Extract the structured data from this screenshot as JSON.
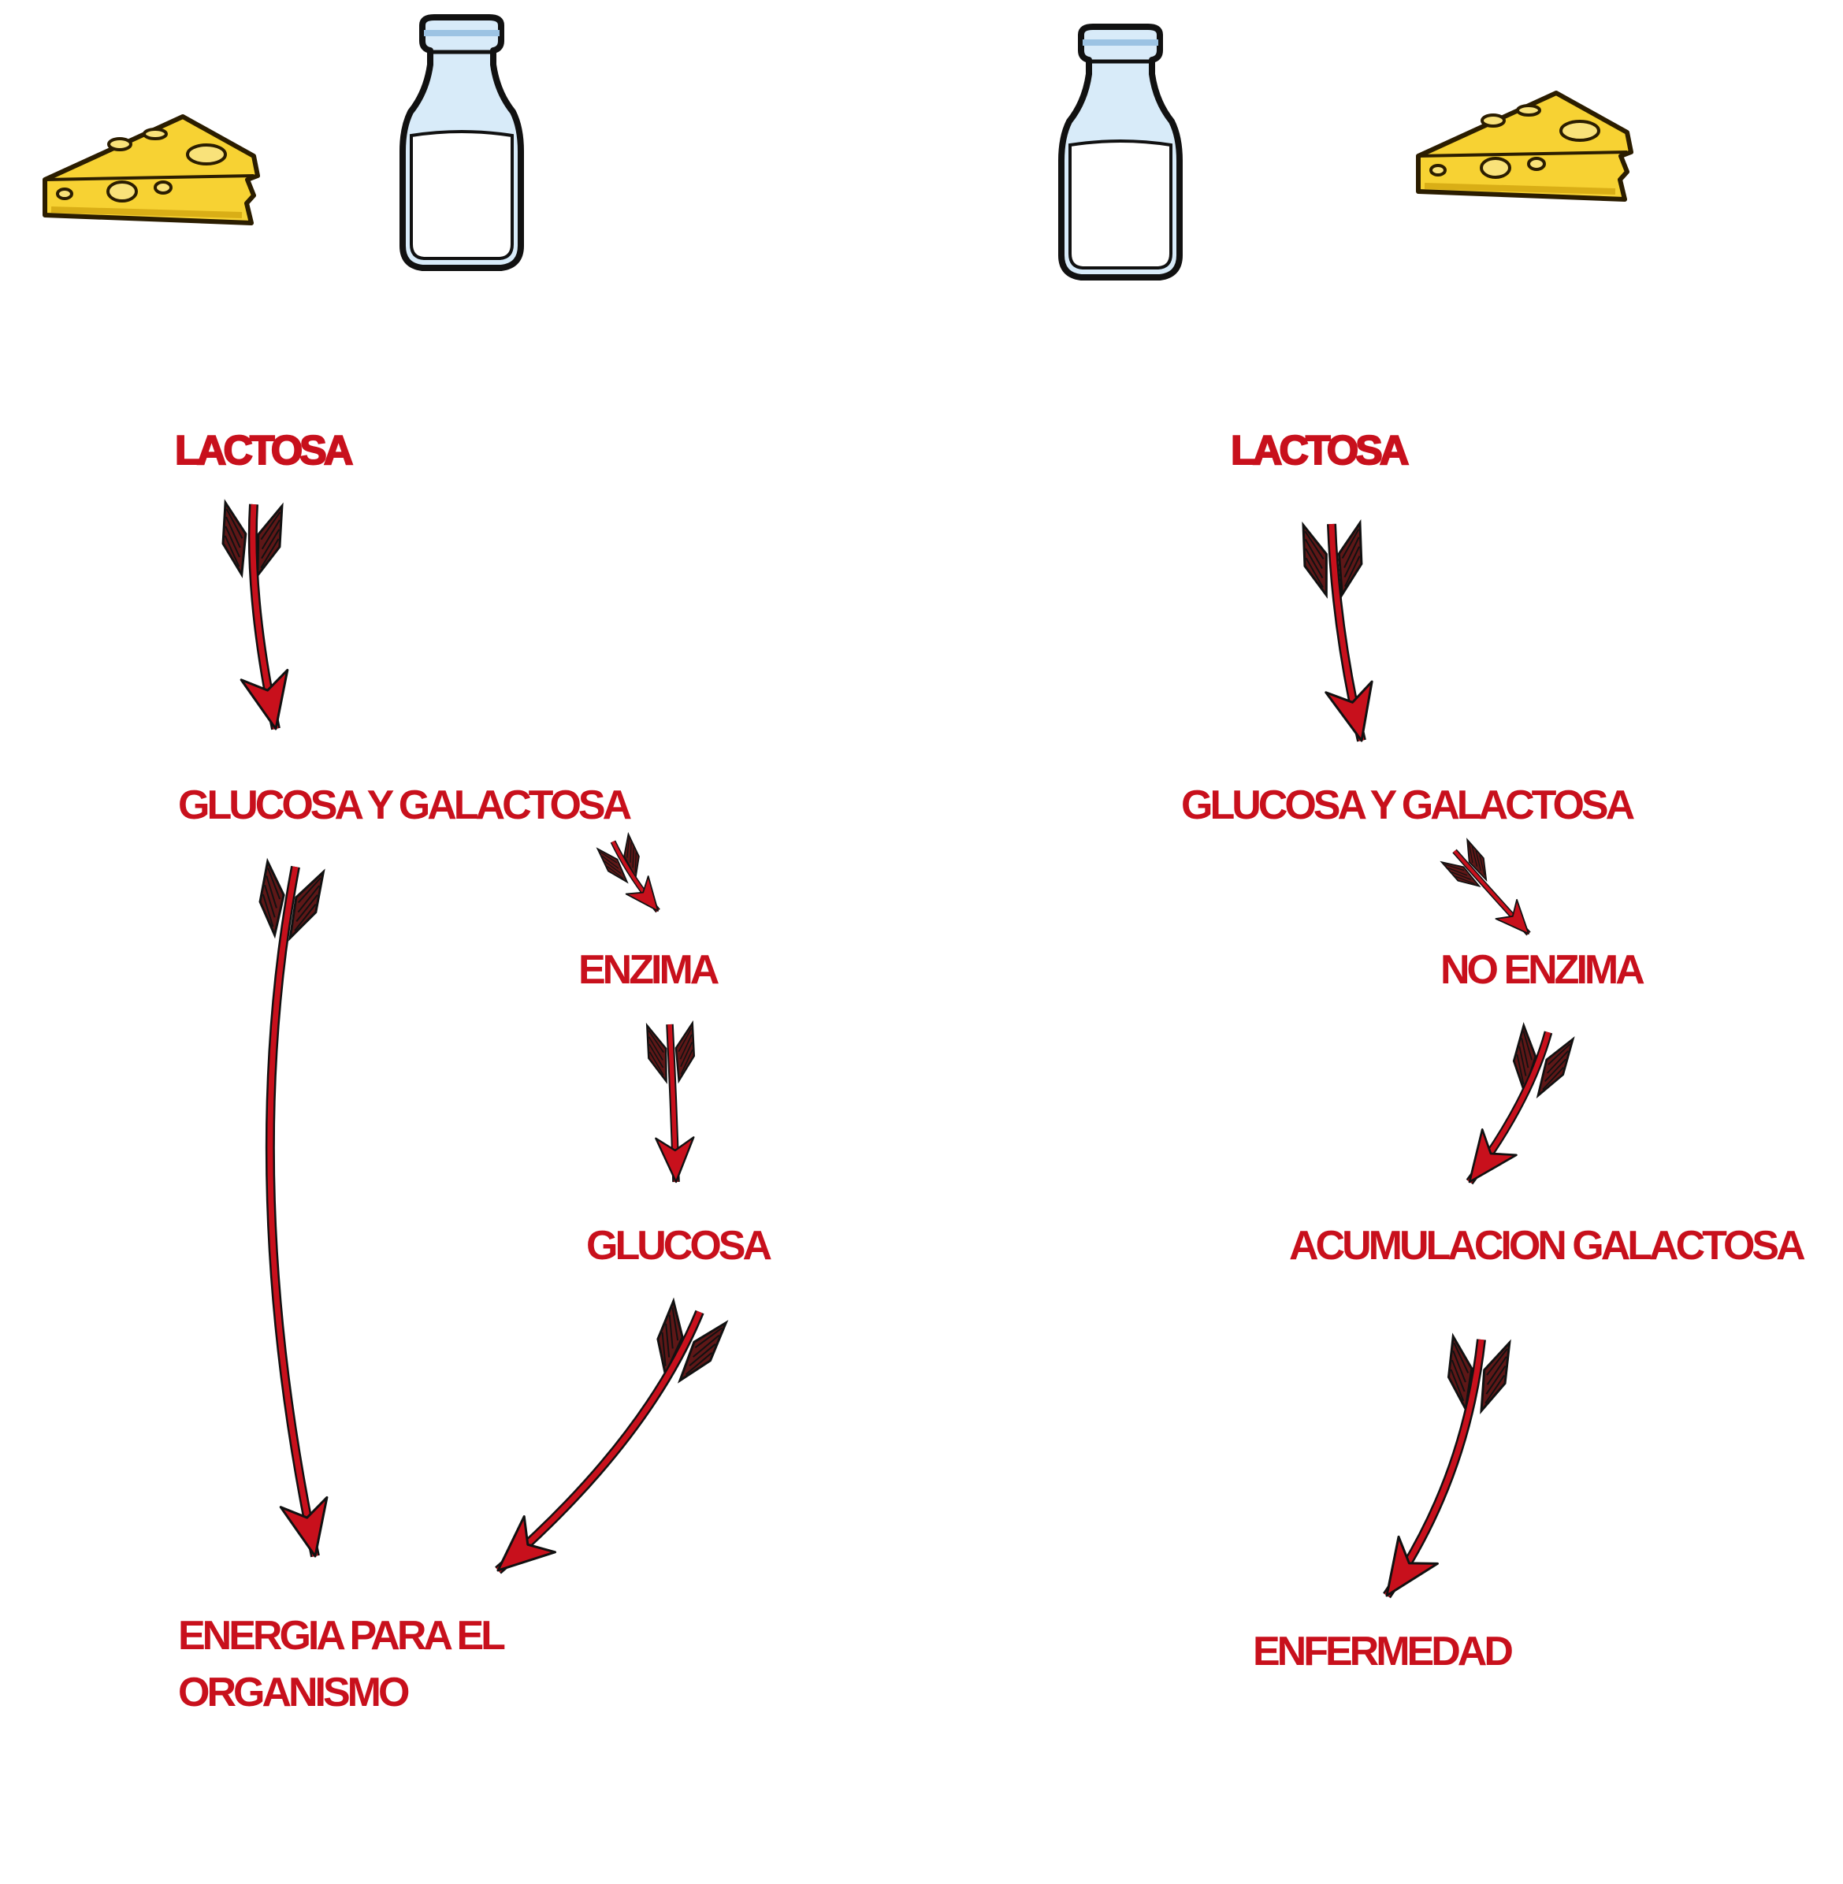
{
  "colors": {
    "label": "#c8101c",
    "arrow_shaft": "#c8101c",
    "arrow_fletching": "#6b1a1a",
    "outline": "#000000",
    "cheese": "#f7d233",
    "milk_bottle_glass": "#cfe3f5",
    "milk": "#ffffff"
  },
  "left_flow": {
    "top": "LACTOSA",
    "products": "GLUCOSA Y GALACTOSA",
    "enzyme": "ENZIMA",
    "glucose": "GLUCOSA",
    "result": "ENERGIA PARA EL ORGANISMO"
  },
  "right_flow": {
    "top": "LACTOSA",
    "products": "GLUCOSA Y GALACTOSA",
    "enzyme": "NO ENZIMA",
    "accumulation": "ACUMULACION GALACTOSA",
    "result": "ENFERMEDAD"
  },
  "icons": [
    "cheese-icon",
    "milk-bottle-icon",
    "milk-bottle-icon",
    "cheese-icon"
  ]
}
